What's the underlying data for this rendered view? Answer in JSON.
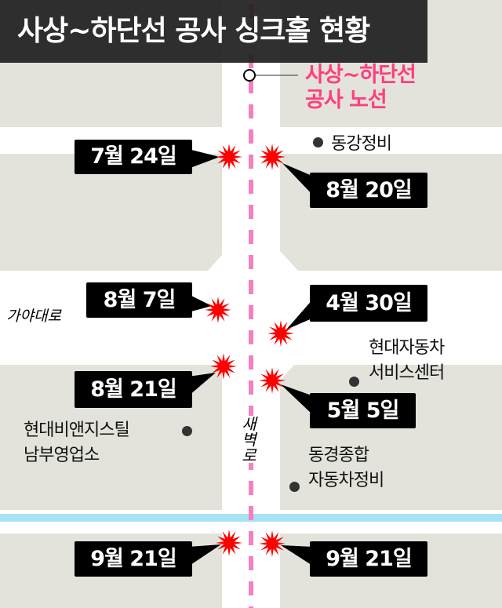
{
  "title": "사상~하단선 공사 싱크홀 현황",
  "legend": {
    "line1": "사상~하단선",
    "line2": "공사 노선",
    "color": "#ff3d7f"
  },
  "roads": {
    "horizontal": "가야대로",
    "vertical": "새벽로"
  },
  "sinkholes": [
    {
      "date": "7월 24일"
    },
    {
      "date": "8월 20일"
    },
    {
      "date": "8월 7일"
    },
    {
      "date": "4월 30일"
    },
    {
      "date": "8월 21일"
    },
    {
      "date": "5월 5일"
    },
    {
      "date": "9월 21일"
    },
    {
      "date": "9월 21일"
    }
  ],
  "places": [
    {
      "line1": "동강정비"
    },
    {
      "line1": "현대자동차",
      "line2": "서비스센터"
    },
    {
      "line1": "현대비앤지스틸",
      "line2": "남부영업소"
    },
    {
      "line1": "동경종합",
      "line2": "자동차정비"
    }
  ],
  "colors": {
    "route": "#f580c0",
    "star": "#ff0000",
    "water": "#a8e2f4"
  }
}
